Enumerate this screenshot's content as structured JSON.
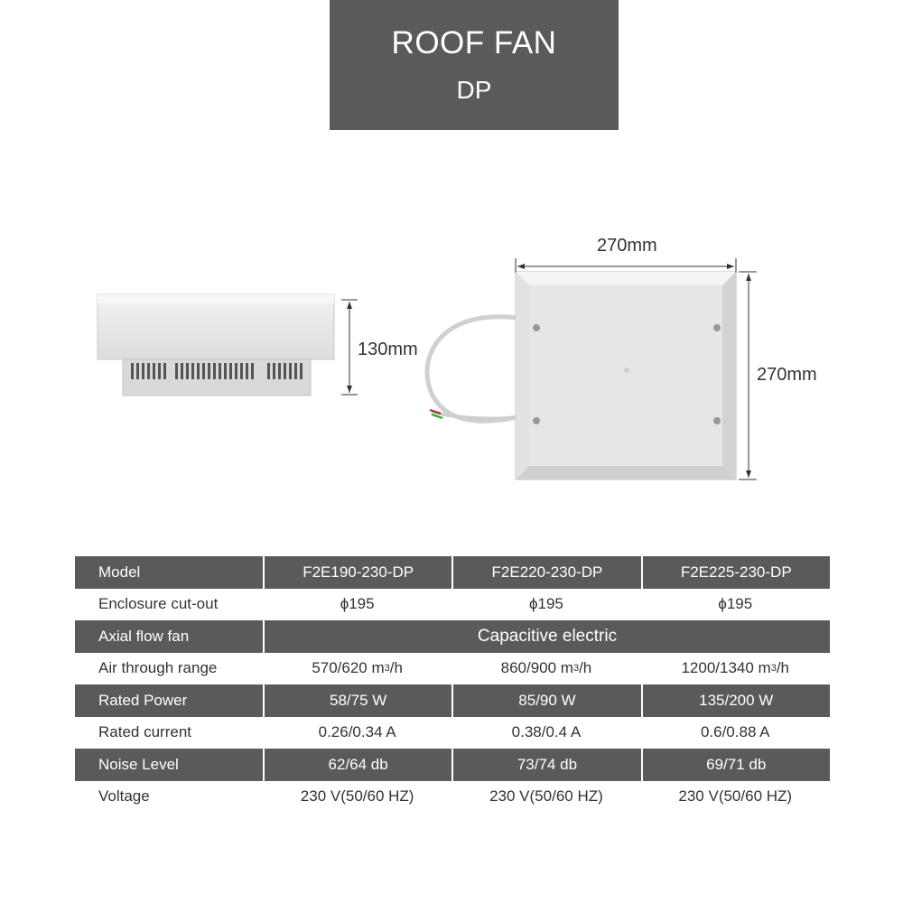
{
  "header": {
    "title": "ROOF FAN",
    "subtitle": "DP"
  },
  "dimensions": {
    "side_height": "130mm",
    "top_width": "270mm",
    "top_depth": "270mm"
  },
  "spec_table": {
    "rows": [
      {
        "label": "Model",
        "values": [
          "F2E190-230-DP",
          "F2E220-230-DP",
          "F2E225-230-DP"
        ]
      },
      {
        "label": "Enclosure cut-out",
        "values": [
          "ϕ195",
          "ϕ195",
          "ϕ195"
        ]
      },
      {
        "label": "Axial flow fan",
        "span": "Capacitive electric"
      },
      {
        "label": "Air through range",
        "values": [
          "570/620 m",
          "860/900 m",
          "1200/1340 m"
        ],
        "unit_sup": "3",
        "unit_tail": "/h"
      },
      {
        "label": "Rated Power",
        "values": [
          "58/75 W",
          "85/90 W",
          "135/200 W"
        ]
      },
      {
        "label": "Rated current",
        "values": [
          "0.26/0.34 A",
          "0.38/0.4 A",
          "0.6/0.88 A"
        ]
      },
      {
        "label": "Noise Level",
        "values": [
          "62/64 db",
          "73/74 db",
          "69/71 db"
        ]
      },
      {
        "label": "Voltage",
        "values": [
          "230 V(50/60 HZ)",
          "230 V(50/60 HZ)",
          "230 V(50/60 HZ)"
        ]
      }
    ]
  },
  "colors": {
    "band": "#5a5a5a",
    "text": "#333333",
    "fan_body": "#e8e8e8"
  }
}
